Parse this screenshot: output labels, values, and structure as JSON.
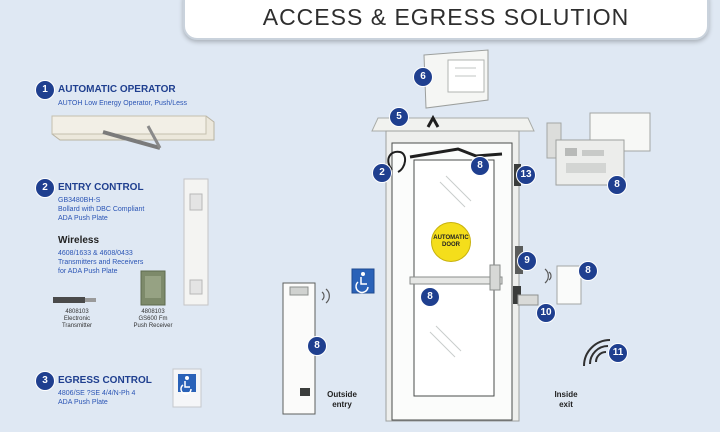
{
  "title": "ACCESS & EGRESS SOLUTION",
  "sections": {
    "operator": {
      "number": "1",
      "title": "AUTOMATIC OPERATOR",
      "subtitle": "AUTOH Low Energy Operator, Push/Less"
    },
    "entry": {
      "number": "2",
      "title": "ENTRY CONTROL",
      "lines": [
        "GB3480BH-S",
        "Bollard with DBC Compliant",
        "ADA Push Plate"
      ],
      "wireless_title": "Wireless",
      "wireless_lines": [
        "4608/1633 & 4608/0433",
        "Transmitters and Receivers",
        "for ADA Push Plate"
      ],
      "device1": [
        "4808103",
        "Electronic",
        "Transmitter"
      ],
      "device2": [
        "4808103",
        "GS600 Fm",
        "Push Receiver"
      ]
    },
    "egress": {
      "number": "3",
      "title": "EGRESS CONTROL",
      "lines": [
        "4806/SE ?SE 4/4/N-Ph 4",
        "ADA Push Plate"
      ]
    }
  },
  "markers": {
    "m_transom": "6",
    "m_header": "5",
    "m_left": "2",
    "m_arm": "8",
    "m_controller": "8",
    "m_lock": "13",
    "m_bar": "8",
    "m_reader": "9",
    "m_fob": "8",
    "m_handle": "10",
    "m_bollard": "8",
    "m_wireless": "11"
  },
  "labels": {
    "outside": [
      "Outside",
      "entry"
    ],
    "inside": [
      "Inside",
      "exit"
    ],
    "door_sticker": [
      "AUTOMATIC",
      "DOOR"
    ]
  },
  "colors": {
    "accent": "#1f3f8f",
    "link_text": "#2b55b5",
    "sticker": "#f4de1b",
    "ada_sign": "#2a62b8"
  }
}
